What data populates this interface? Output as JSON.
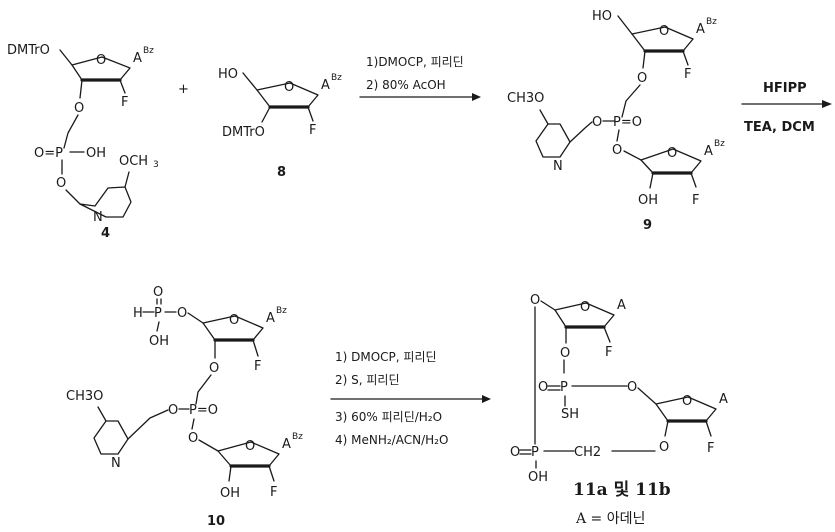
{
  "compounds": {
    "c4": {
      "number": "4",
      "dmtro": "DMTrO",
      "abz_a": "A",
      "abz_sup": "Bz",
      "f": "F",
      "o_link": "O",
      "p_o": "O=P",
      "oh": "OH",
      "ome": "OCH",
      "ome_sub": "3",
      "n": "N",
      "o_bottom": "O"
    },
    "c8": {
      "number": "8",
      "ho": "HO",
      "dmtro": "DMTrO",
      "abz_a": "A",
      "abz_sup": "Bz",
      "f": "F"
    },
    "c9": {
      "number": "9",
      "ho": "HO",
      "abz_a": "A",
      "abz_sup": "Bz",
      "f": "F",
      "ch3o": "CH3O",
      "n": "N",
      "p_o": "P=O",
      "oh": "OH"
    },
    "c10": {
      "number": "10",
      "hp": "H",
      "p": "P",
      "oh": "OH",
      "abz_a": "A",
      "abz_sup": "Bz",
      "f": "F",
      "ch3o": "CH3O",
      "n": "N",
      "p_o": "P=O"
    },
    "c11": {
      "label": "11a 및 11b",
      "a": "A",
      "f": "F",
      "p": "P",
      "sh": "SH",
      "ch2": "CH2",
      "oh": "OH",
      "o": "O"
    }
  },
  "plus": "+",
  "arrows": {
    "step1": {
      "line1": "1)DMOCP, 피리딘",
      "line2": "2) 80% AcOH"
    },
    "step2": {
      "line1": "HFIPP",
      "line2": "TEA, DCM"
    },
    "step3": {
      "line1": "1) DMOCP, 피리딘",
      "line2": "2) S, 피리딘",
      "line3": "3) 60% 피리딘/H₂O",
      "line4": "4) MeNH₂/ACN/H₂O"
    }
  },
  "footnote": "A = 아데닌"
}
